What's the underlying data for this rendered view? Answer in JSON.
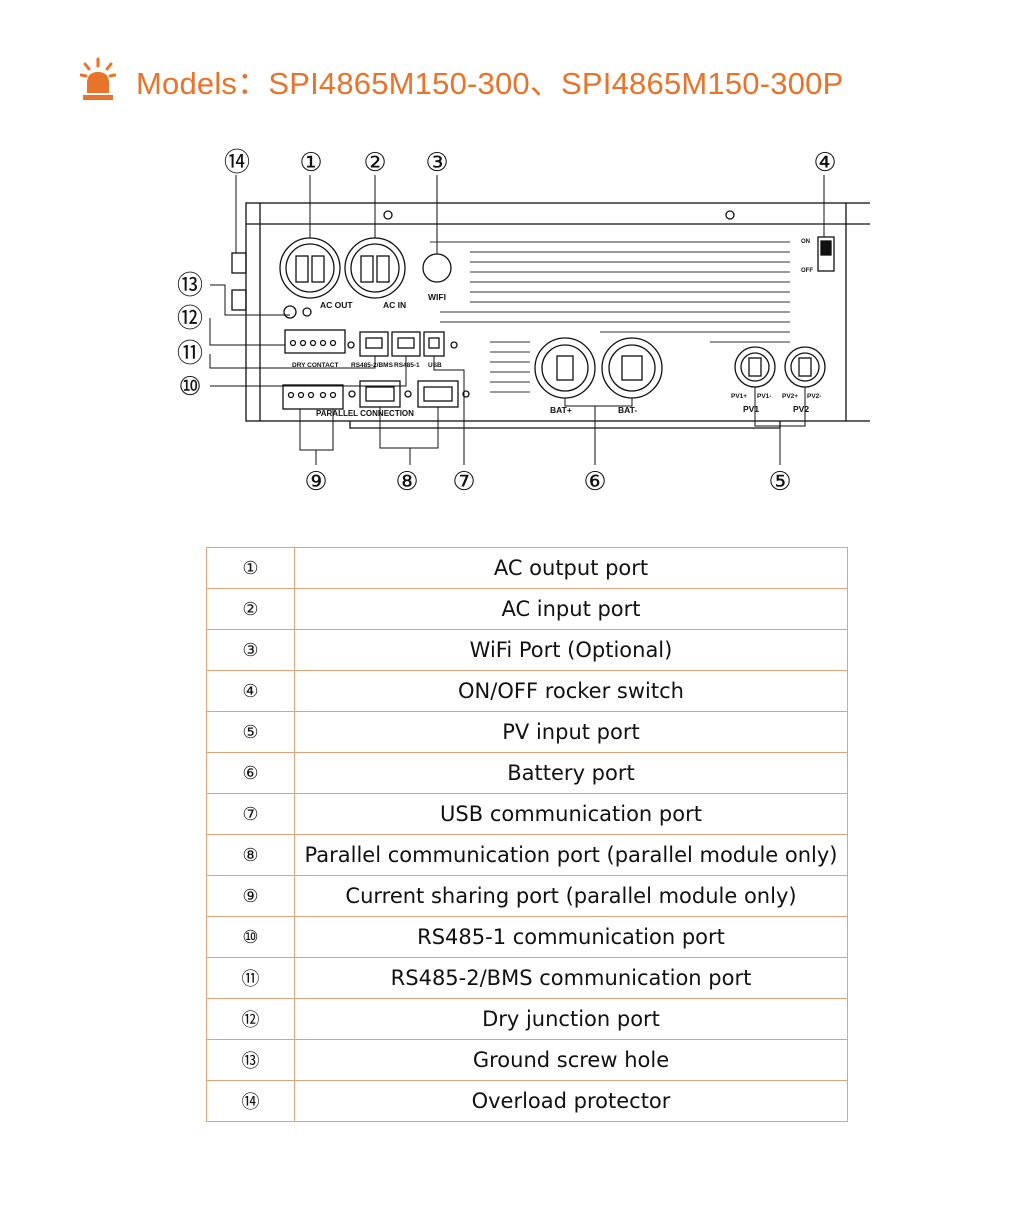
{
  "header": {
    "icon": "alarm-light-icon",
    "title": "Models：SPI4865M150-300、SPI4865M150-300P",
    "accent_color": "#e8732a"
  },
  "diagram": {
    "callouts": [
      "⑭",
      "①",
      "②",
      "③",
      "④",
      "⑬",
      "⑫",
      "⑪",
      "⑩",
      "⑨",
      "⑧",
      "⑦",
      "⑥",
      "⑤"
    ],
    "panel_labels": {
      "ac_out": "AC OUT",
      "ac_in": "AC IN",
      "wifi": "WIFI",
      "on": "ON",
      "off": "OFF",
      "dry_contact": "DRY CONTACT",
      "rs485_2_bms": "RS485-2/BMS",
      "rs485_1": "RS485-1",
      "usb": "USB",
      "parallel_connection": "PARALLEL CONNECTION",
      "bat_plus": "BAT+",
      "bat_minus": "BAT-",
      "pv1_plus": "PV1+",
      "pv1_minus": "PV1-",
      "pv2_plus": "PV2+",
      "pv2_minus": "PV2-",
      "pv1": "PV1",
      "pv2": "PV2"
    }
  },
  "table": {
    "border_color": "#e0a47c",
    "rows": [
      {
        "num": "①",
        "desc": "AC output port"
      },
      {
        "num": "②",
        "desc": "AC input port"
      },
      {
        "num": "③",
        "desc": "WiFi Port (Optional)"
      },
      {
        "num": "④",
        "desc": "ON/OFF rocker switch"
      },
      {
        "num": "⑤",
        "desc": "PV input port"
      },
      {
        "num": "⑥",
        "desc": "Battery port"
      },
      {
        "num": "⑦",
        "desc": "USB communication port"
      },
      {
        "num": "⑧",
        "desc": "Parallel communication port (parallel module only)"
      },
      {
        "num": "⑨",
        "desc": "Current sharing port (parallel module only)"
      },
      {
        "num": "⑩",
        "desc": "RS485-1 communication port"
      },
      {
        "num": "⑪",
        "desc": "RS485-2/BMS communication port"
      },
      {
        "num": "⑫",
        "desc": "Dry junction port"
      },
      {
        "num": "⑬",
        "desc": "Ground screw hole"
      },
      {
        "num": "⑭",
        "desc": "Overload protector"
      }
    ]
  }
}
